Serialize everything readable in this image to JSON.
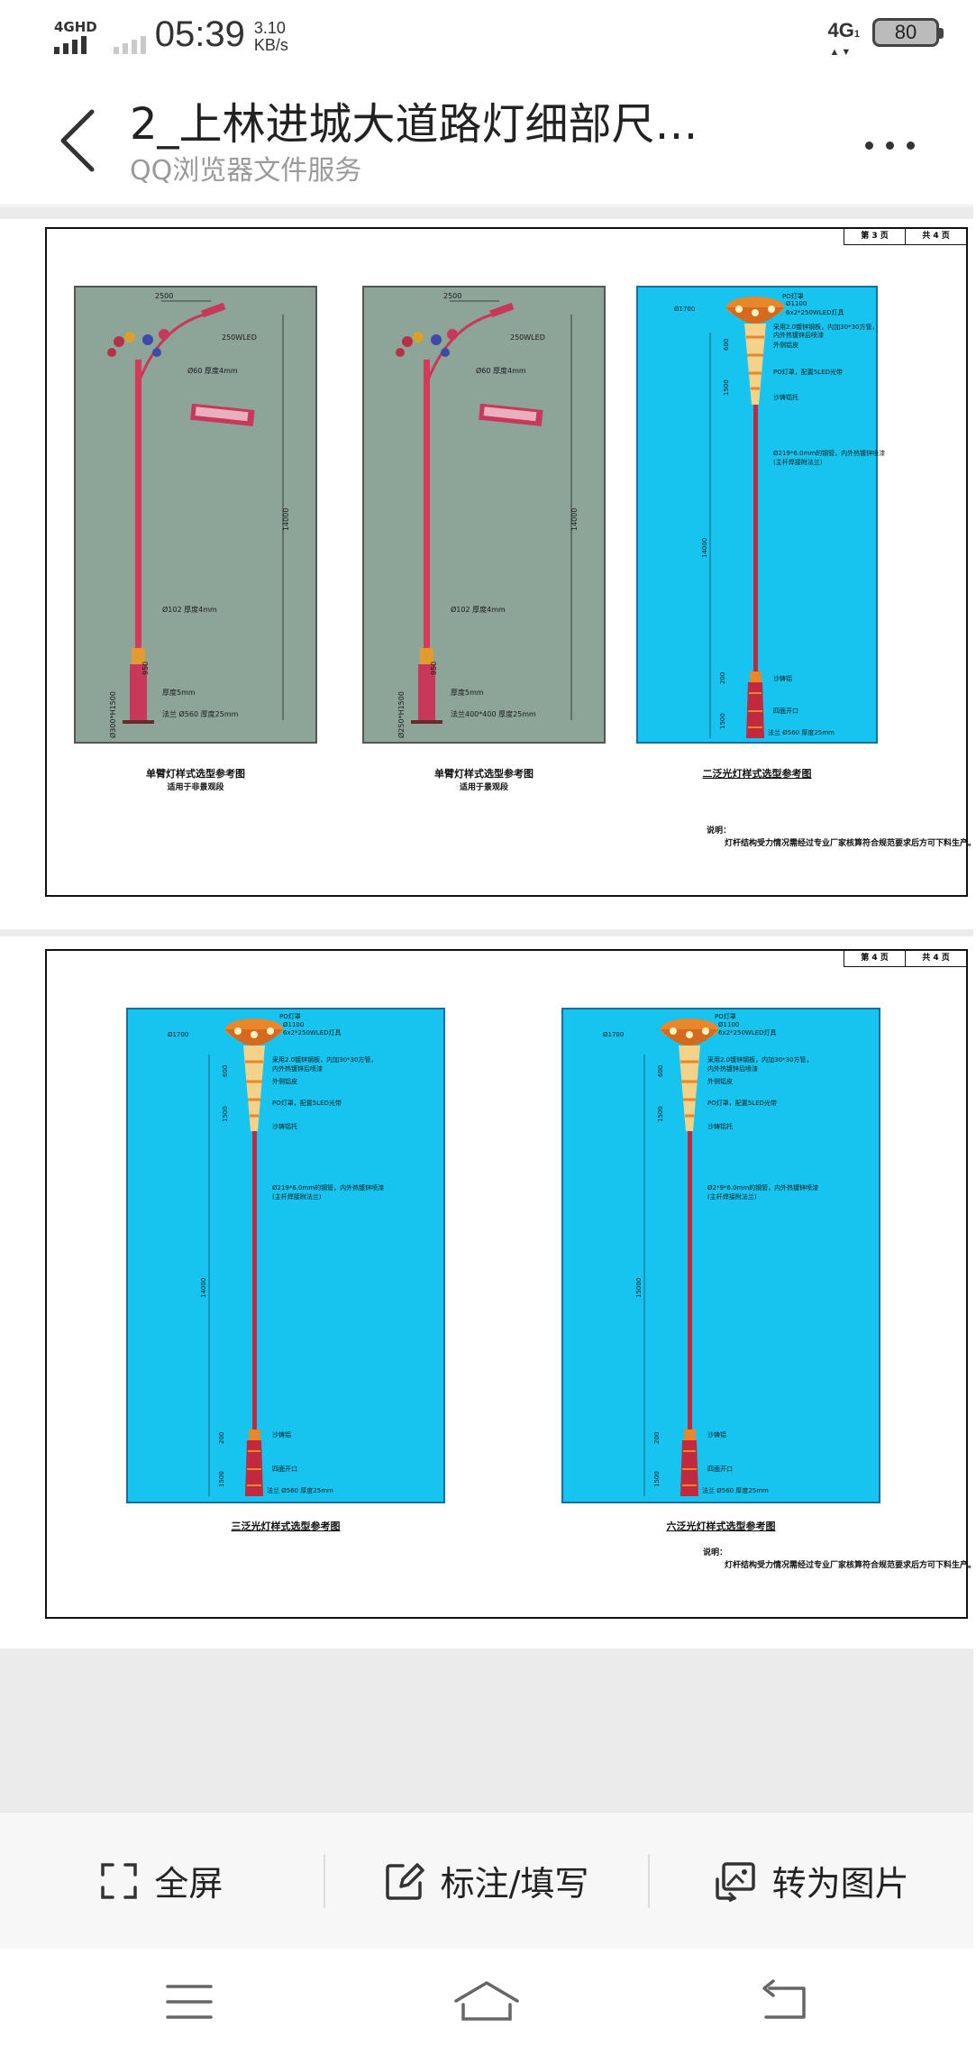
{
  "status_bar": {
    "network_label": "4GHD",
    "time": "05:39",
    "speed_value": "3.10",
    "speed_unit": "KB/s",
    "network_right": "4G",
    "network_right_sub": "1",
    "battery": "80"
  },
  "header": {
    "title": "2_上林进城大道路灯细部尺…",
    "subtitle": "QQ浏览器文件服务"
  },
  "page1": {
    "page_no": "第 3 页",
    "page_total": "共 4 页",
    "panels": [
      {
        "labels": {
          "arm": "2500",
          "led": "250WLED",
          "d60": "Ø60  厚度4mm",
          "height": "14000",
          "d102": "Ø102  厚度4mm",
          "h950": "950",
          "base": "Ø300*H1500",
          "thick": "厚度5mm",
          "flange": "法兰 Ø560  厚度25mm"
        },
        "caption": "单臂灯样式选型参考图",
        "subcaption": "适用于非景观段"
      },
      {
        "labels": {
          "arm": "2500",
          "led": "250WLED",
          "d60": "Ø60  厚度4mm",
          "height": "14000",
          "d102": "Ø102  厚度4mm",
          "h950": "950",
          "base": "Ø250*H1500",
          "thick": "厚度5mm",
          "flange": "法兰400*400  厚度25mm"
        },
        "caption": "单臂灯样式选型参考图",
        "subcaption": "适用于景观段"
      },
      {
        "labels": {
          "po": "PO灯罩",
          "d1100": "Ø1100",
          "d1700": "Ø1700",
          "led": "6x2*250WLED灯具",
          "steel": "采用2.0镀锌钢板，内加30*30方管，",
          "steel2": "内外热镀锌后喷漆",
          "fiber": "外侧铝皮",
          "po2": "PO灯罩，配置5LED光带",
          "sand": "沙铸铝托",
          "pipe": "Ø219*6.0mm的钢管，内外热镀锌喷漆",
          "pipe2": "(主杆焊接附法兰)",
          "h600": "600",
          "h1500": "1500",
          "h14000": "14000",
          "h200": "200",
          "h1500b": "1500",
          "sandb": "沙铸铝",
          "fourside": "四面开口",
          "flange": "法兰 Ø560    厚度25mm"
        },
        "caption": "二泛光灯样式选型参考图"
      }
    ],
    "note_title": "说明：",
    "note_text": "灯杆结构受力情况需经过专业厂家核算符合规范要求后方可下料生产。"
  },
  "page2": {
    "page_no": "第 4 页",
    "page_total": "共 4 页",
    "panels": [
      {
        "labels": {
          "po": "PO灯罩",
          "d1100": "Ø1100",
          "d1700": "Ø1700",
          "led": "6x2*250WLED灯具",
          "steel": "采用2.0镀锌钢板，内加30*30方管，",
          "steel2": "内外热镀锌后喷漆",
          "fiber": "外侧铝皮",
          "po2": "PO灯罩，配置5LED光带",
          "sand": "沙铸铝托",
          "pipe": "Ø219*6.0mm的钢管，内外热镀锌喷漆",
          "pipe2": "(主杆焊接附法兰)",
          "h600": "600",
          "h1500": "1500",
          "h14000": "14000",
          "h200": "200",
          "h1500b": "1500",
          "sandb": "沙铸铝",
          "fourside": "四面开口",
          "flange": "法兰 Ø560    厚度25mm"
        },
        "caption": "三泛光灯样式选型参考图"
      },
      {
        "labels": {
          "po": "PO灯罩",
          "d1100": "Ø1100",
          "d1700": "Ø1700",
          "led": "6x2*250WLED灯具",
          "steel": "采用2.0镀锌钢板，内加30*30方管，",
          "steel2": "内外热镀锌后喷漆",
          "fiber": "外侧铝皮",
          "po2": "PO灯罩，配置5LED光带",
          "sand": "沙铸铝托",
          "pipe": "Ø2*9*6.0mm的钢管，内外热镀锌喷漆",
          "pipe2": "(主杆焊接附法兰)",
          "h600": "600",
          "h1500": "1500",
          "h14000": "15000",
          "h200": "200",
          "h1500b": "1500",
          "sandb": "沙铸铝",
          "fourside": "四面开口",
          "flange": "法兰 Ø560    厚度25mm"
        },
        "caption": "六泛光灯样式选型参考图"
      }
    ],
    "note_title": "说明：",
    "note_text": "灯杆结构受力情况需经过专业厂家核算符合规范要求后方可下料生产。"
  },
  "toolbar": {
    "fullscreen": "全屏",
    "annotate": "标注/填写",
    "to_image": "转为图片"
  },
  "colors": {
    "gray_panel": "#8da498",
    "cyan_panel": "#16c4ef",
    "pole_red": "#d63a5a",
    "lamp_orange": "#e8862a"
  }
}
